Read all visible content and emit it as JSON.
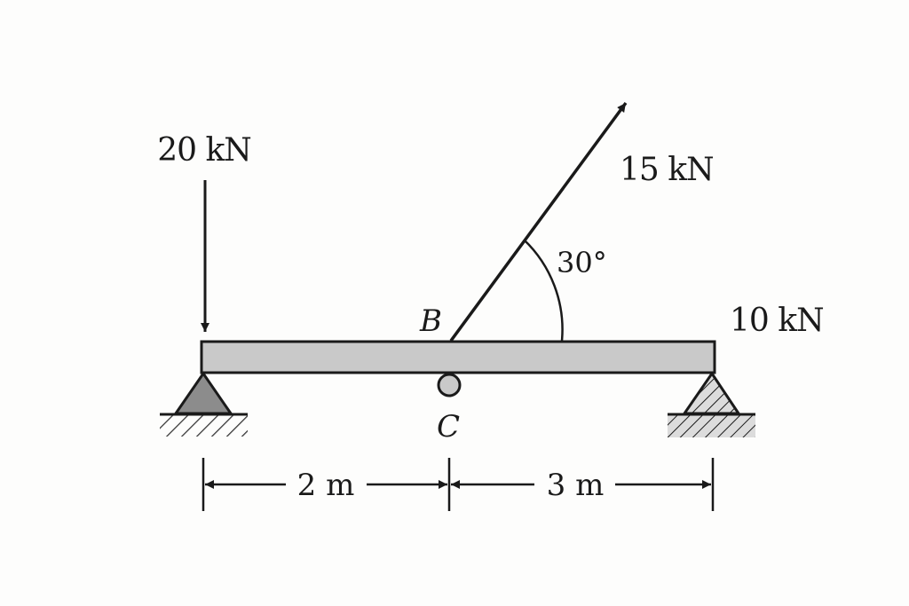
{
  "loads": {
    "left": "20 kN",
    "inclined": "15 kN",
    "right": "10 kN"
  },
  "angle": "30°",
  "points": {
    "b": "B",
    "c": "C"
  },
  "dimensions": {
    "left_span": "2 m",
    "right_span": "3 m"
  },
  "colors": {
    "ink": "#1a1a1a",
    "beam_fill": "#c9c9c9",
    "support_fill": "#8c8c8c",
    "hatch_support_fill": "#dcdcdc",
    "background": "#fdfdfc"
  },
  "icons": {
    "left_support": "pin-support-icon",
    "middle_support": "roller-icon",
    "right_support": "hatched-pin-support-icon"
  }
}
